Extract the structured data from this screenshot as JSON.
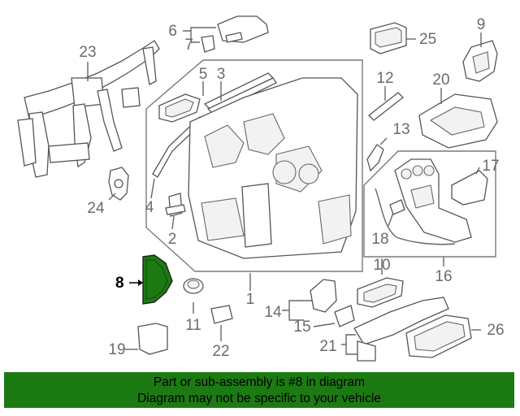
{
  "diagram": {
    "callouts": [
      "1",
      "2",
      "3",
      "4",
      "5",
      "6",
      "7",
      "8",
      "9",
      "10",
      "11",
      "12",
      "13",
      "14",
      "15",
      "16",
      "17",
      "18",
      "19",
      "20",
      "21",
      "22",
      "23",
      "24",
      "25",
      "26"
    ],
    "highlighted_part": "8",
    "highlight_color": "#1c7a12"
  },
  "banner": {
    "line1": "Part or sub-assembly is #8 in diagram",
    "line2": "Diagram may not be specific to your vehicle",
    "background": "#1c7a12"
  }
}
